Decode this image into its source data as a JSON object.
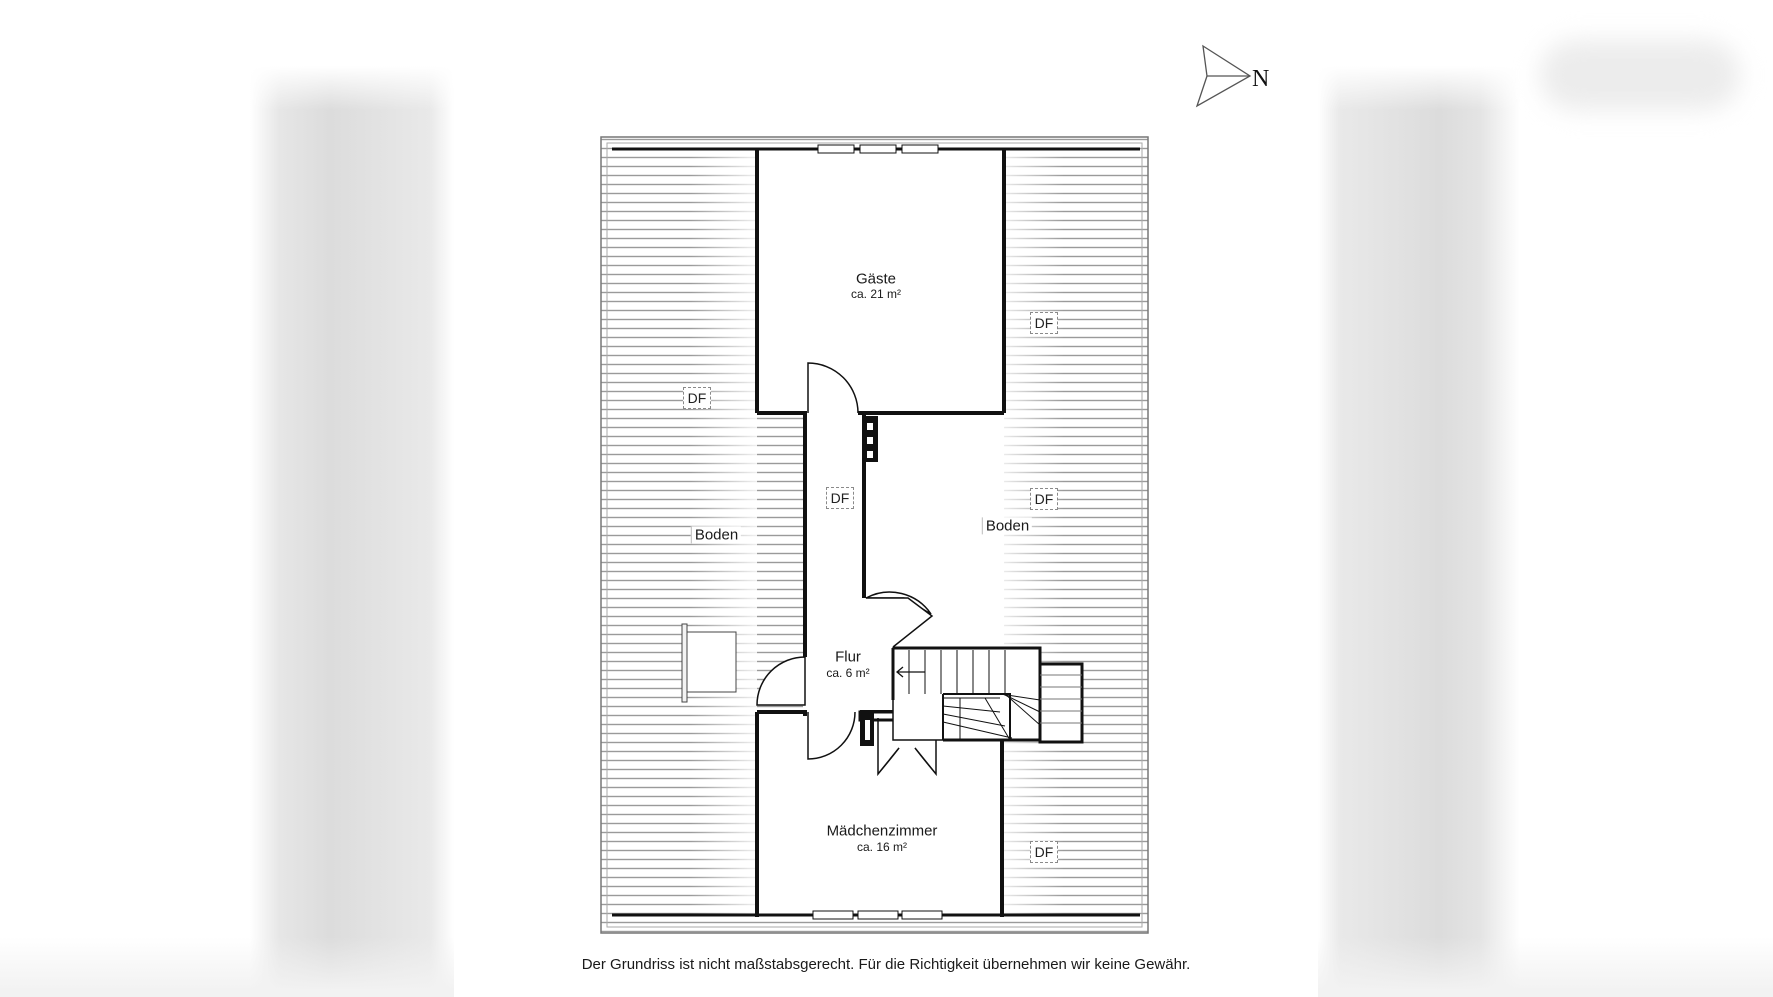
{
  "north_label": "N",
  "rooms": {
    "gaeste": {
      "name": "Gäste",
      "area": "ca. 21 m²"
    },
    "flur": {
      "name": "Flur",
      "area": "ca. 6 m²"
    },
    "maedchenzimmer": {
      "name": "Mädchenzimmer",
      "area": "ca. 16 m²"
    },
    "boden_left": {
      "name": "Boden"
    },
    "boden_right": {
      "name": "Boden"
    }
  },
  "df_label": "DF",
  "disclaimer": "Der Grundriss ist nicht maßstabsgerecht. Für die Richtigkeit übernehmen wir keine Gewähr."
}
